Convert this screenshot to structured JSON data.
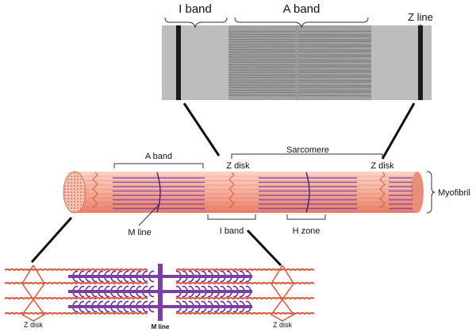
{
  "micrograph": {
    "i_band_label": "I band",
    "a_band_label": "A band",
    "z_line_label": "Z line"
  },
  "myofibril": {
    "a_band_label": "A band",
    "sarcomere_label": "Sarcomere",
    "z_disk_left_label": "Z disk",
    "z_disk_right_label": "Z disk",
    "myofibril_label": "Myofibril",
    "m_line_label": "M line",
    "i_band_label": "I band",
    "h_zone_label": "H zone"
  },
  "filaments": {
    "z_disk_left_label": "Z disk",
    "m_line_label": "M line",
    "z_disk_right_label": "Z disk"
  },
  "colors": {
    "myofibril_fill": "#f4a08e",
    "myofibril_highlight": "#fbd3c6",
    "thick_filament": "#7a3fa2",
    "thin_filament": "#d9583a",
    "myosin_heads": "#6a2f95"
  }
}
